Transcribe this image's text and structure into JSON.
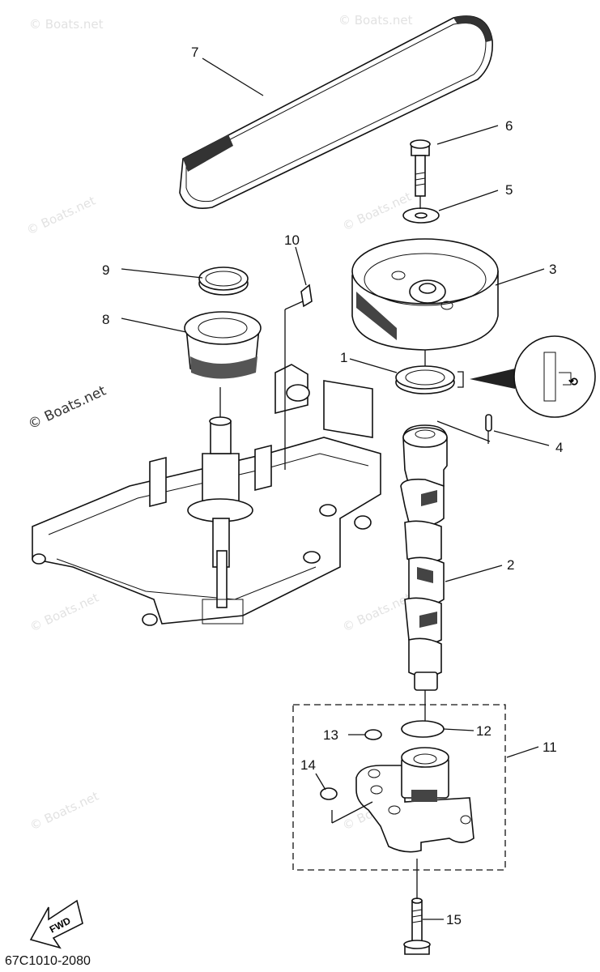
{
  "diagram": {
    "part_numbers": [
      "1",
      "2",
      "3",
      "4",
      "5",
      "6",
      "7",
      "8",
      "9",
      "10",
      "11",
      "12",
      "13",
      "14",
      "15"
    ],
    "drawing_code": "67C1010-2080",
    "fwd_label": "FWD",
    "watermark": "© Boats.net"
  }
}
